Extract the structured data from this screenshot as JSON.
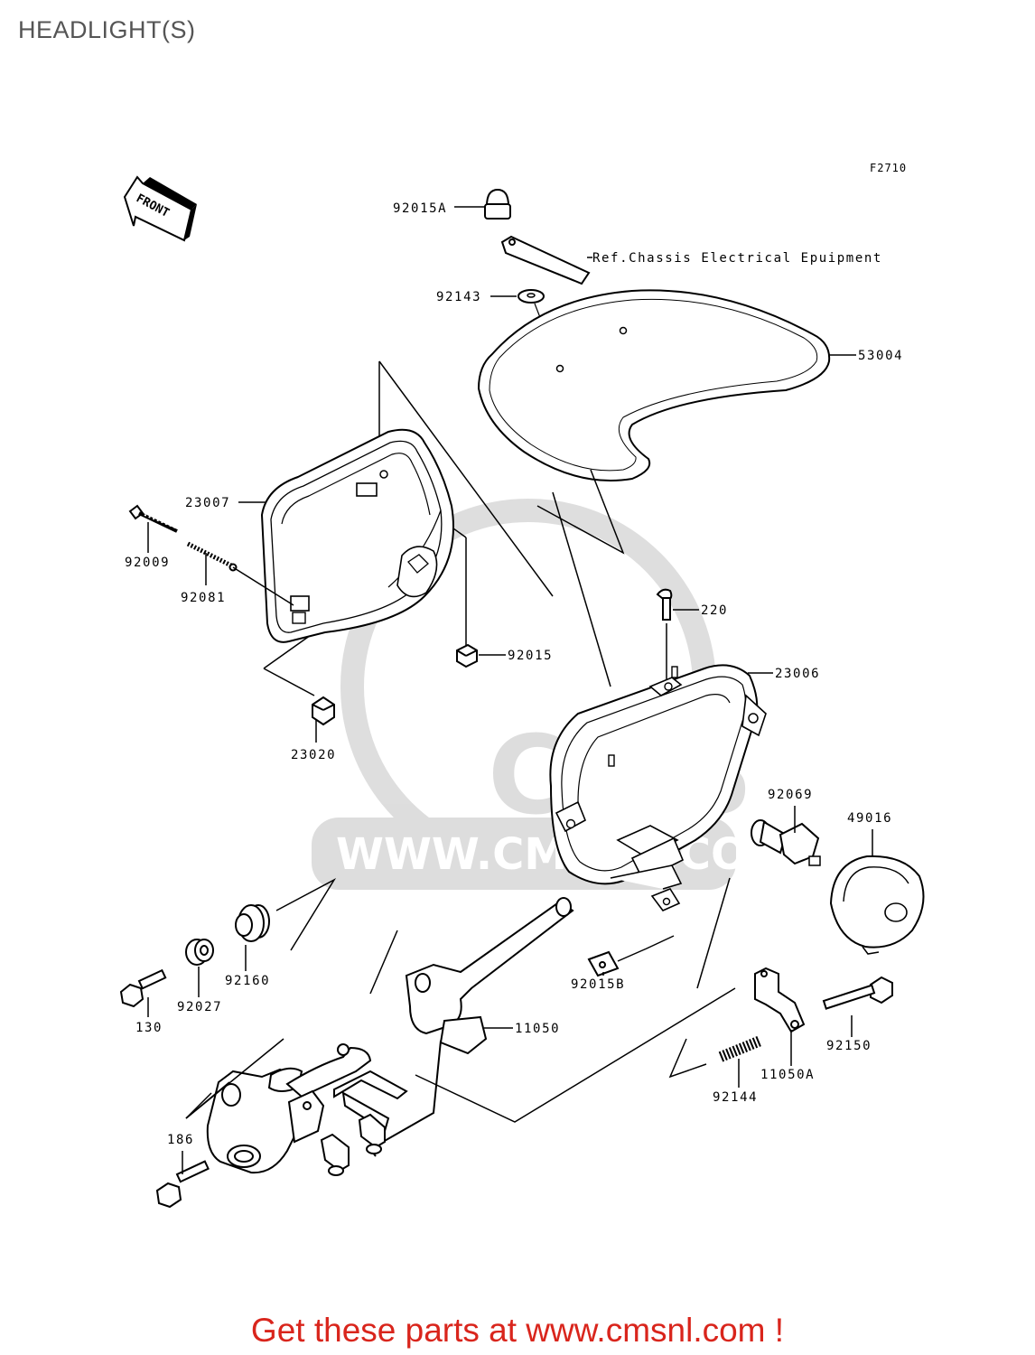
{
  "title": "HEADLIGHT(S)",
  "figure_code": "F2710",
  "front_marker": "FRONT",
  "watermark": {
    "brand": "CMS",
    "url": "WWW.CMSNL.COM"
  },
  "reference_note": "Ref.Chassis Electrical Epuipment",
  "parts": [
    {
      "id": "p-92015a",
      "label": "92015A"
    },
    {
      "id": "p-92143",
      "label": "92143"
    },
    {
      "id": "p-53004",
      "label": "53004"
    },
    {
      "id": "p-23007",
      "label": "23007"
    },
    {
      "id": "p-92009",
      "label": "92009"
    },
    {
      "id": "p-92081",
      "label": "92081"
    },
    {
      "id": "p-92015",
      "label": "92015"
    },
    {
      "id": "p-220",
      "label": "220"
    },
    {
      "id": "p-23006",
      "label": "23006"
    },
    {
      "id": "p-23020",
      "label": "23020"
    },
    {
      "id": "p-92069",
      "label": "92069"
    },
    {
      "id": "p-49016",
      "label": "49016"
    },
    {
      "id": "p-92160",
      "label": "92160"
    },
    {
      "id": "p-92027",
      "label": "92027"
    },
    {
      "id": "p-130",
      "label": "130"
    },
    {
      "id": "p-92015b",
      "label": "92015B"
    },
    {
      "id": "p-11050",
      "label": "11050"
    },
    {
      "id": "p-92150",
      "label": "92150"
    },
    {
      "id": "p-11050a",
      "label": "11050A"
    },
    {
      "id": "p-92144",
      "label": "92144"
    },
    {
      "id": "p-186",
      "label": "186"
    }
  ],
  "footer": "Get these parts at www.cmsnl.com !"
}
